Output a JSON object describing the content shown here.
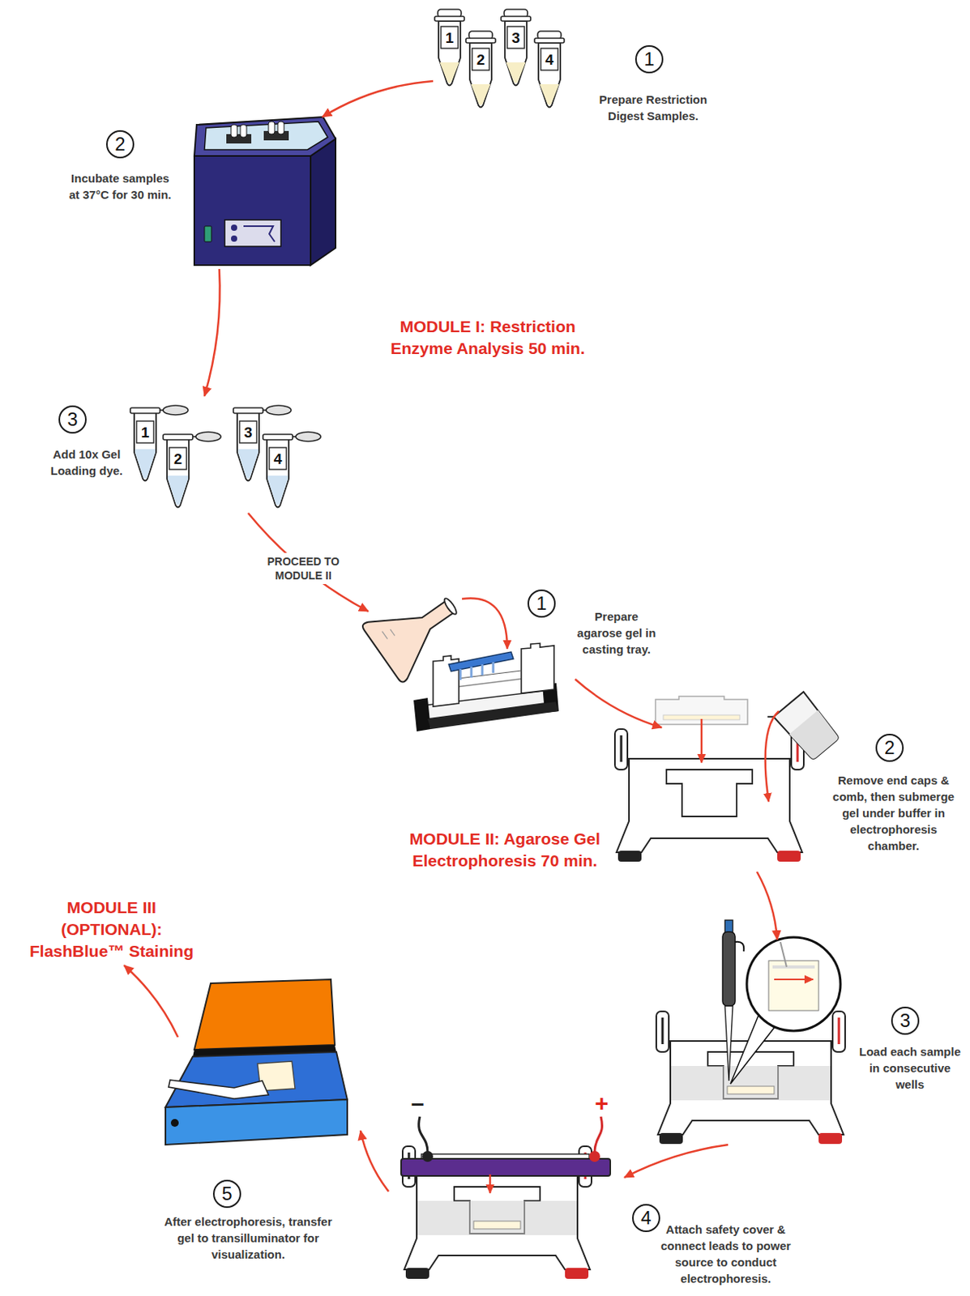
{
  "diagram": {
    "nodes": [
      {
        "text": [
          "1",
          "Prepare Restriction Digest Samples."
        ]
      },
      {
        "text": [
          "2",
          "Incubate samples at 37°C for 30 min."
        ]
      },
      {
        "text": [
          "3",
          "Add 10x Gel Loading dye."
        ]
      },
      {
        "text": [
          "1",
          "Prepare agarose gel in casting tray."
        ]
      },
      {
        "text": [
          "2",
          "Remove end caps & comb, then submerge gel under buffer in electrophoresis chamber."
        ]
      },
      {
        "text": [
          "3",
          "Load each sample in consecutive wells"
        ]
      },
      {
        "text": [
          "4",
          "Attach safety cover & connect leads to power source to conduct electrophoresis."
        ]
      },
      {
        "text": [
          "5",
          "After electrophoresis, transfer gel to transilluminator for visualization."
        ]
      },
      {
        "text": [
          "MODULE III (OPTIONAL): FlashBlue™ Staining"
        ]
      }
    ],
    "edges": [
      {
        "from": 0,
        "to": 1,
        "arrow": "to"
      },
      {
        "from": 1,
        "to": 2,
        "arrow": "to"
      },
      {
        "from": 2,
        "to": 3,
        "label": "PROCEED TO MODULE II",
        "arrow": "to"
      },
      {
        "from": 3,
        "to": 4,
        "arrow": "to"
      },
      {
        "from": 4,
        "to": 5,
        "arrow": "to"
      },
      {
        "from": 5,
        "to": 6,
        "arrow": "to"
      },
      {
        "from": 6,
        "to": 7,
        "arrow": "to"
      },
      {
        "from": 7,
        "to": 8,
        "arrow": "to"
      }
    ],
    "labels": [
      "1",
      "2",
      "3",
      "4",
      "MODULE I: Restriction Enzyme Analysis 50 min.",
      "1",
      "2",
      "3",
      "4",
      "MODULE II: Agarose Gel Electrophoresis 70 min.",
      "–",
      "+"
    ]
  }
}
